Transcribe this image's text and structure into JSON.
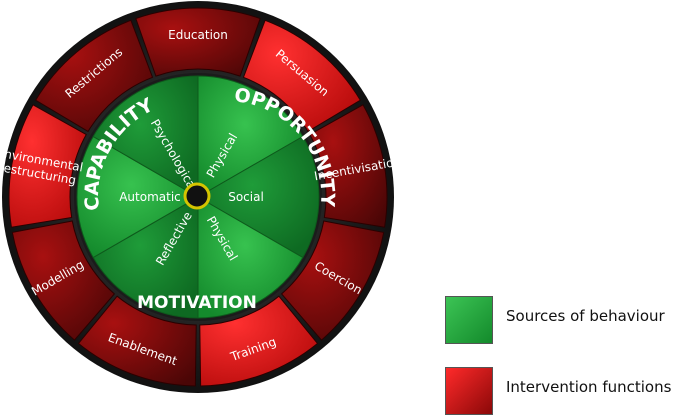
{
  "wheel": {
    "intervention_functions": [
      "Education",
      "Persuasion",
      "Incentivisation",
      "Coercion",
      "Training",
      "Enablement",
      "Modelling",
      "Environmental restructuring",
      "Restrictions"
    ],
    "sources": [
      {
        "label": "Physical",
        "group": "CAPABILITY"
      },
      {
        "label": "Social",
        "group": "OPPORTUNITY"
      },
      {
        "label": "Physical",
        "group": "OPPORTUNITY"
      },
      {
        "label": "Reflective",
        "group": "MOTIVATION"
      },
      {
        "label": "Automatic",
        "group": "MOTIVATION"
      },
      {
        "label": "Psychological",
        "group": "CAPABILITY"
      }
    ],
    "groups": {
      "capability": "CAPABILITY",
      "opportunity": "OPPORTUNITY",
      "motivation": "MOTIVATION"
    }
  },
  "legend": {
    "sources_label": "Sources of behaviour",
    "interventions_label": "Intervention functions"
  },
  "colors": {
    "intervention_bright": "#f01414",
    "intervention_dark": "#7a0a0a",
    "source_green": "#1fa23a",
    "source_green_dark": "#137a2a",
    "legend_green": "#22a83c",
    "legend_red": "#d41414"
  }
}
